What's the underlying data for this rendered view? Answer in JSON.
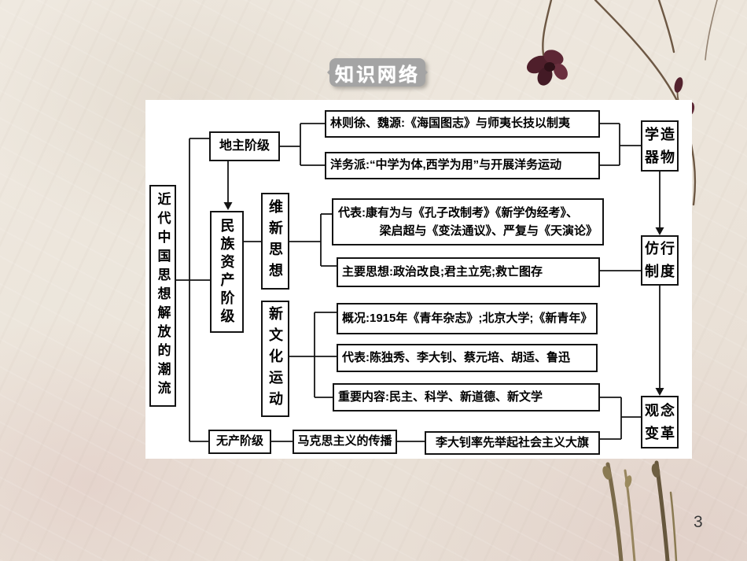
{
  "page_number": "3",
  "badge_label": "知识网络",
  "diagram": {
    "root_label": "近代中国思想解放的潮流",
    "landlord": {
      "label": "地主阶级",
      "item_lin": "林则徐、魏源:《海国图志》与师夷长技以制夷",
      "item_yangwu": "洋务派:“中学为体,西学为用”与开展洋务运动",
      "outcome_line1": "学造",
      "outcome_line2": "器物"
    },
    "bourgeoisie": {
      "label": "民族资产阶级",
      "weixin": {
        "label": "维新思想",
        "daibiao_line1": "代表:康有为与《孔子改制考》《新学伪经考》、",
        "daibiao_line2": "梁启超与《变法通议》、严复与《天演论》",
        "zhuyao": "主要思想:政治改良;君主立宪;救亡图存",
        "outcome_line1": "仿行",
        "outcome_line2": "制度"
      },
      "xinwenhua": {
        "label": "新文化运动",
        "gaikuang": "概况:1915年《青年杂志》;北京大学;《新青年》",
        "daibiao": "代表:陈独秀、李大钊、蔡元培、胡适、鲁迅",
        "neirong": "重要内容:民主、科学、新道德、新文学",
        "outcome_line1": "观念",
        "outcome_line2": "变革"
      }
    },
    "proletariat": {
      "label": "无产阶级",
      "makesi": "马克思主义的传播",
      "lidazhao": "李大钊率先举起社会主义大旗"
    }
  },
  "colors": {
    "badge_gray": "#a4a4a4",
    "line_black": "#141414",
    "flower_maroon": "#4f1f2b",
    "branch_brown": "#6d5844",
    "paper_beige": "#ece5db"
  }
}
